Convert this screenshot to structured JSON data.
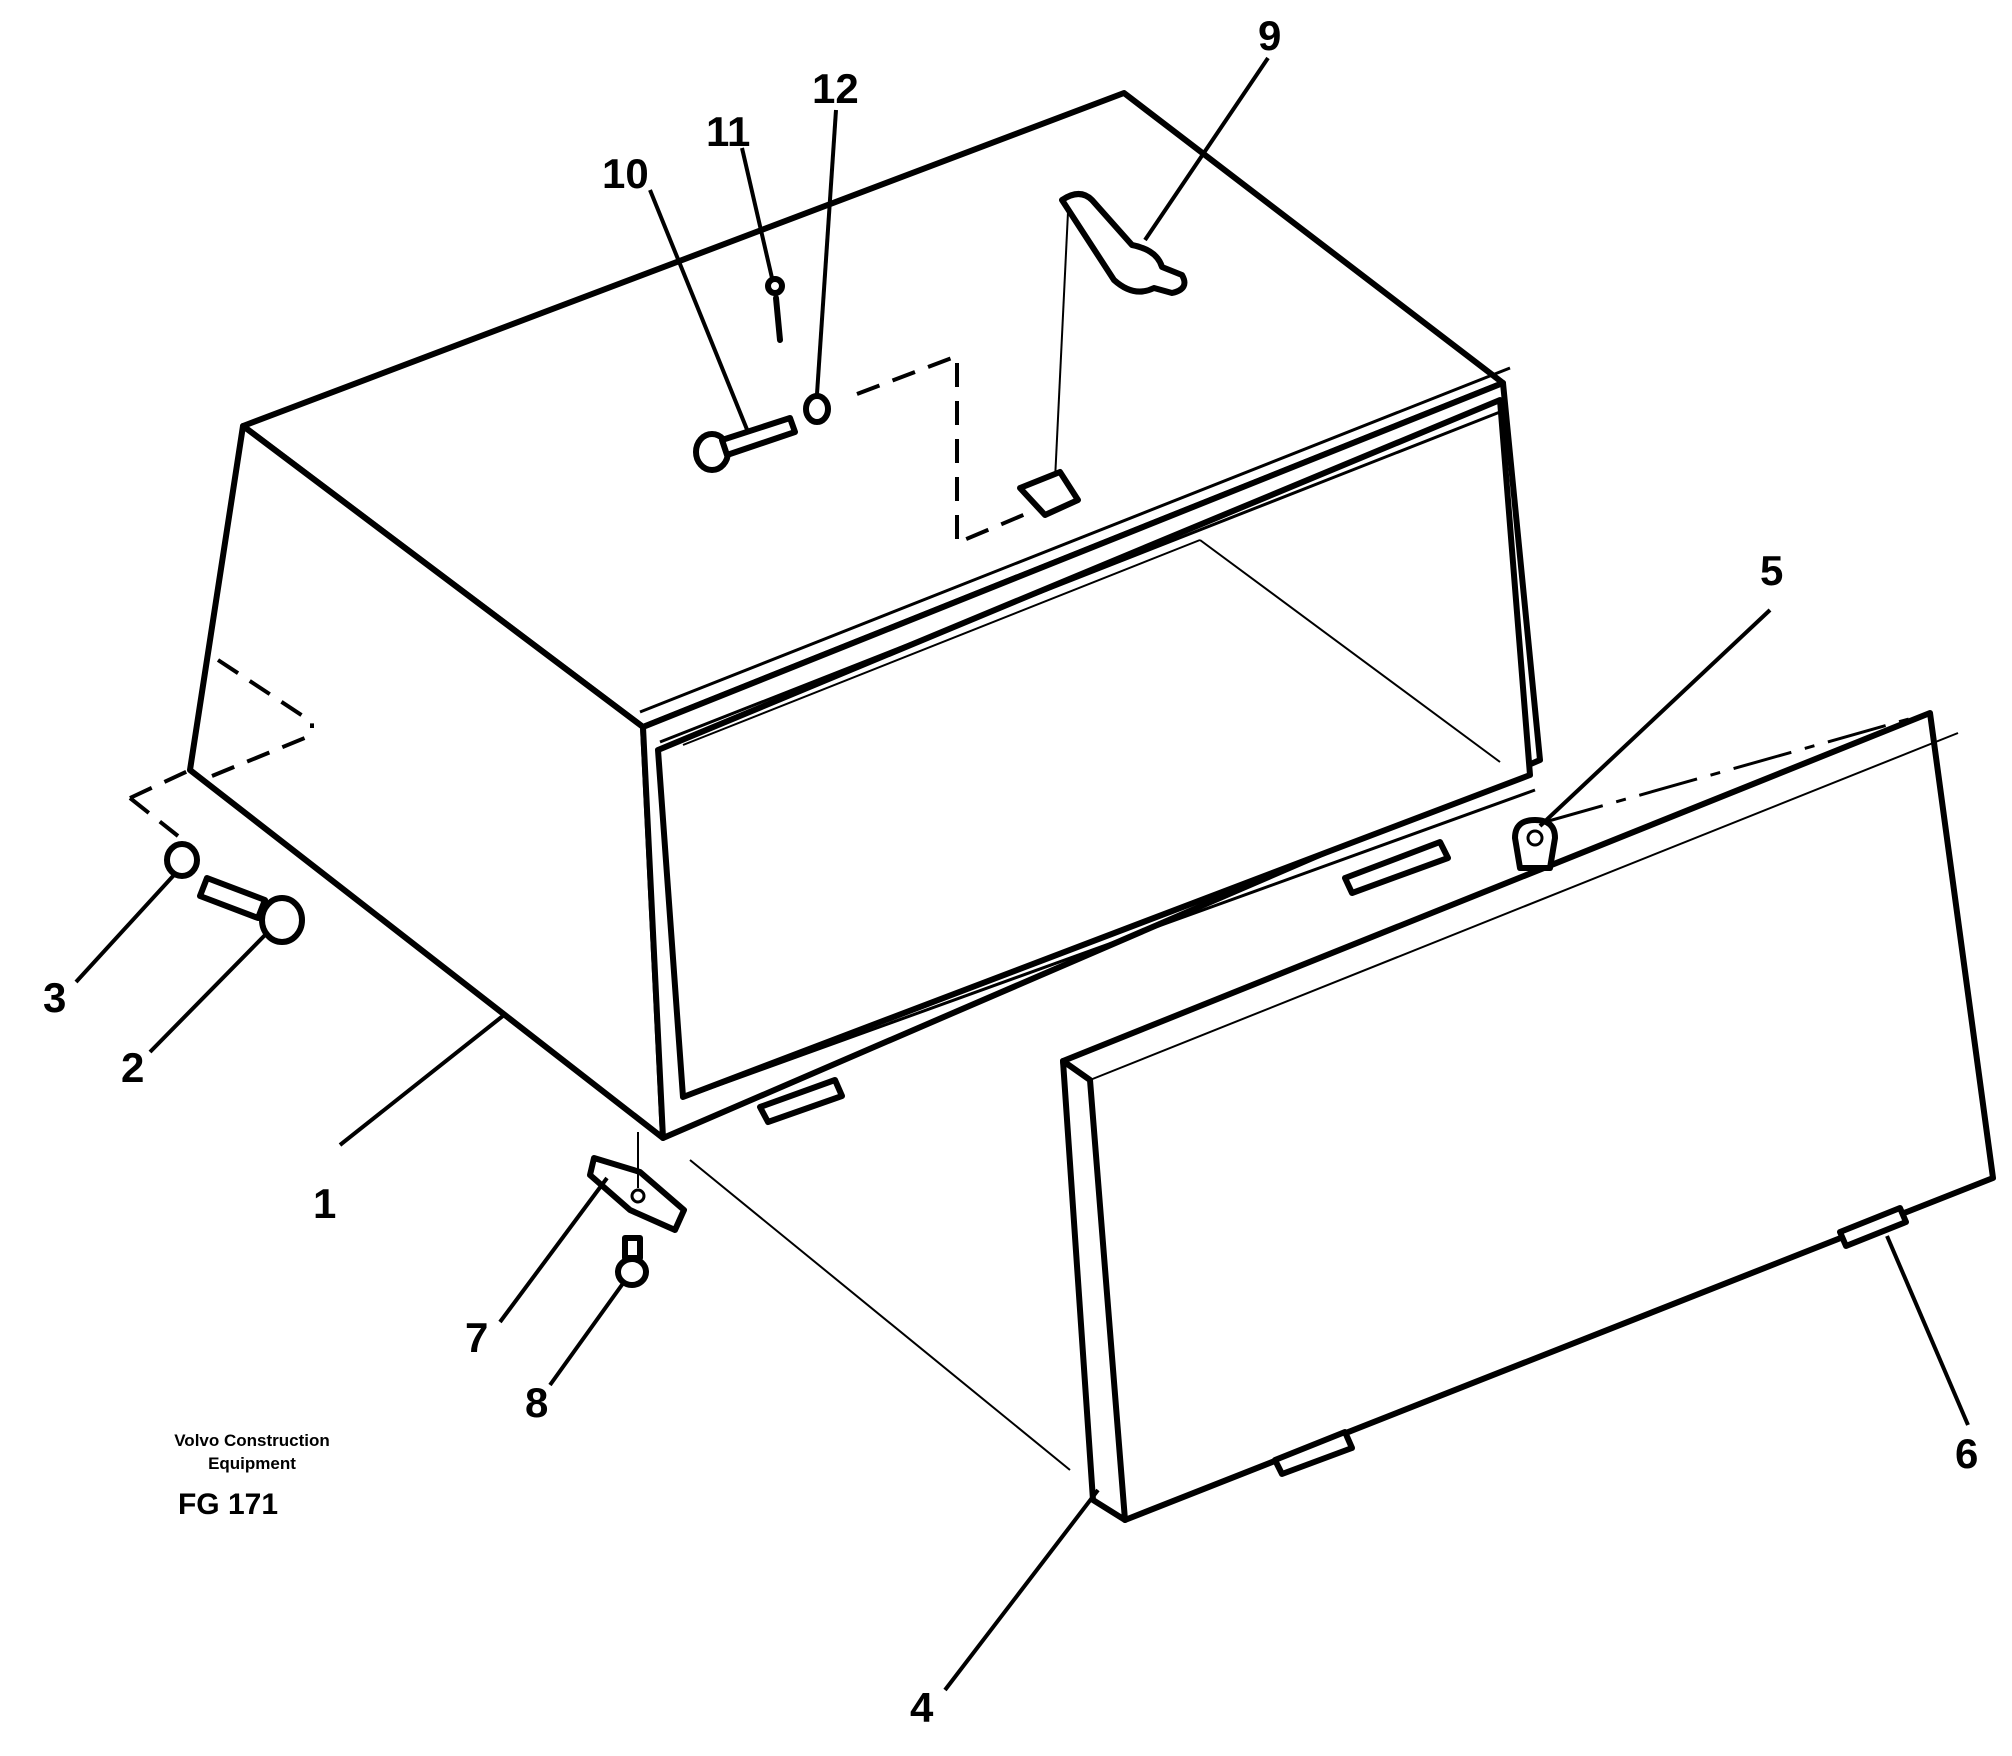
{
  "callouts": {
    "c1": "1",
    "c2": "2",
    "c3": "3",
    "c4": "4",
    "c5": "5",
    "c6": "6",
    "c7": "7",
    "c8": "8",
    "c9": "9",
    "c10": "10",
    "c11": "11",
    "c12": "12"
  },
  "credit": {
    "line1": "Volvo Construction",
    "line2": "Equipment"
  },
  "figure_code": "FG 171"
}
